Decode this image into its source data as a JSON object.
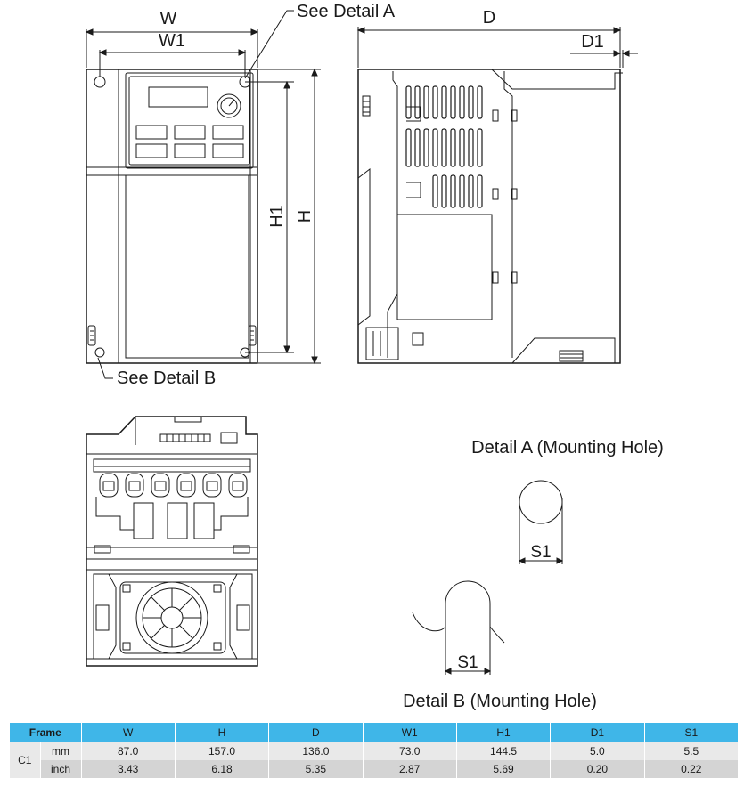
{
  "labels": {
    "w": "W",
    "w1": "W1",
    "h": "H",
    "h1": "H1",
    "d": "D",
    "d1": "D1",
    "see_detail_a": "See Detail A",
    "see_detail_b": "See Detail B",
    "detail_a_title": "Detail A (Mounting Hole)",
    "detail_b_title": "Detail B (Mounting Hole)",
    "s1_a": "S1",
    "s1_b": "S1"
  },
  "table": {
    "frame_header": "Frame",
    "headers": [
      "W",
      "H",
      "D",
      "W1",
      "H1",
      "D1",
      "S1"
    ],
    "frame": "C1",
    "rows": [
      {
        "unit": "mm",
        "values": [
          "87.0",
          "157.0",
          "136.0",
          "73.0",
          "144.5",
          "5.0",
          "5.5"
        ]
      },
      {
        "unit": "inch",
        "values": [
          "3.43",
          "6.18",
          "5.35",
          "2.87",
          "5.69",
          "0.20",
          "0.22"
        ]
      }
    ]
  },
  "colors": {
    "header_bg": "#3fb6e8",
    "row_mm_bg": "#e9e9e9",
    "row_inch_bg": "#d4d4d4",
    "line": "#1a1a1a"
  }
}
